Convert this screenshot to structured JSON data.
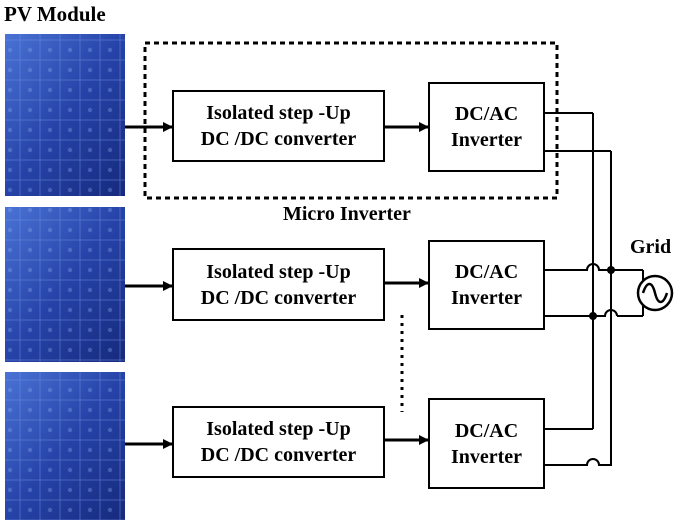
{
  "labels": {
    "pv_module": "PV Module",
    "micro_inverter": "Micro Inverter",
    "grid": "Grid"
  },
  "converter": {
    "line1": "Isolated step -Up",
    "line2": "DC /DC converter"
  },
  "inverter": {
    "line1": "DC/AC",
    "line2": "Inverter"
  },
  "colors": {
    "panel_dark": "#1b2f8a",
    "panel_light": "#3d63c8",
    "stroke": "#000000"
  }
}
